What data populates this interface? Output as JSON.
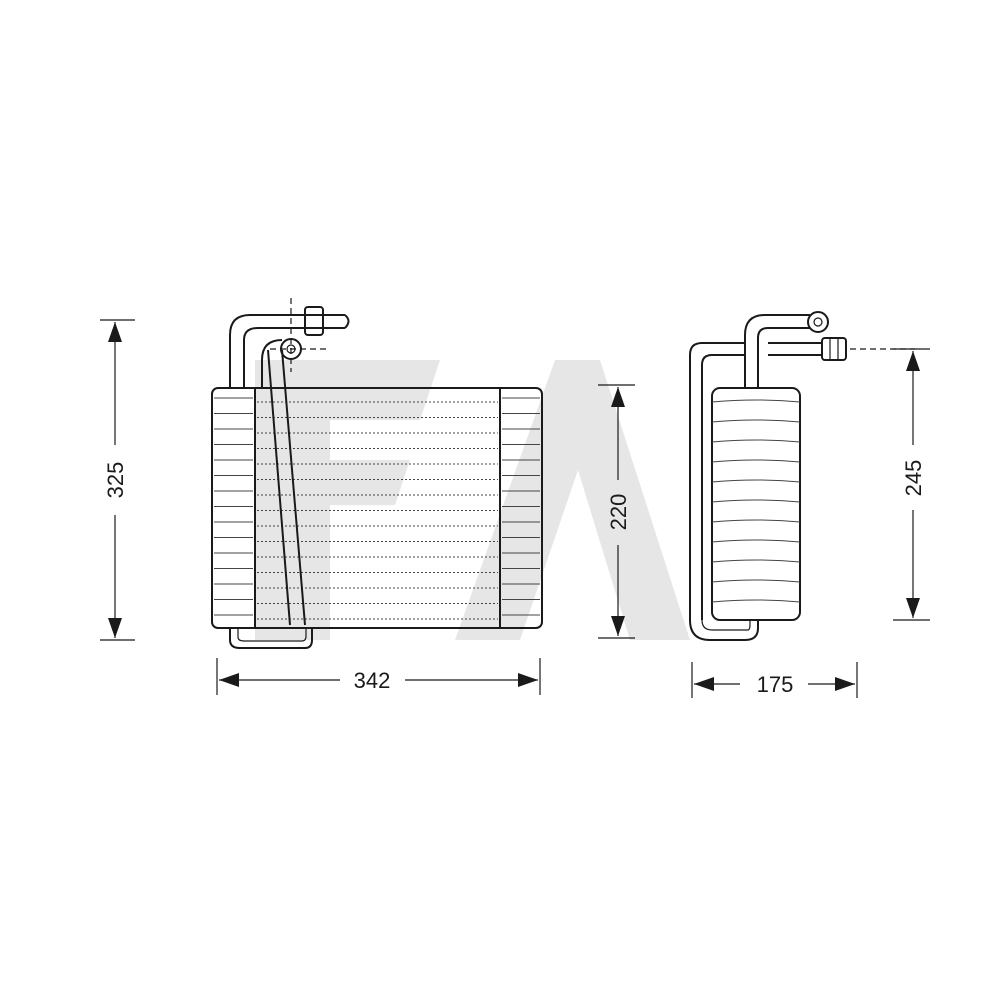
{
  "dimensions": {
    "front_height": "325",
    "front_width": "342",
    "core_height": "220",
    "side_width": "175",
    "side_height": "245"
  },
  "colors": {
    "line": "#1a1a1a",
    "watermark": "#e6e6e6",
    "background": "#ffffff"
  },
  "icons": {
    "watermark": "logo-watermark"
  }
}
